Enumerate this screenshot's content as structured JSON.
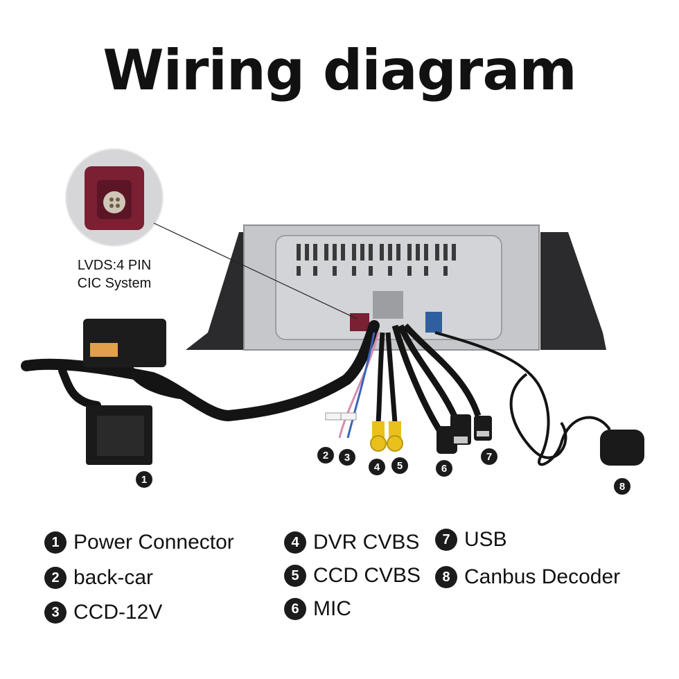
{
  "title": "Wiring diagram",
  "inset": {
    "label_line1": "LVDS:4 PIN",
    "label_line2": "CIC System"
  },
  "markers": [
    "1",
    "2",
    "3",
    "4",
    "5",
    "6",
    "7",
    "8"
  ],
  "legend": [
    {
      "num": "1",
      "label": "Power Connector"
    },
    {
      "num": "2",
      "label": "back-car"
    },
    {
      "num": "3",
      "label": "CCD-12V"
    },
    {
      "num": "4",
      "label": "DVR CVBS"
    },
    {
      "num": "5",
      "label": "CCD CVBS"
    },
    {
      "num": "6",
      "label": "MIC"
    },
    {
      "num": "7",
      "label": "USB"
    },
    {
      "num": "8",
      "label": "Canbus Decoder"
    }
  ],
  "colors": {
    "connector_maroon": "#7b1f33",
    "rca_yellow": "#e8c11c",
    "fakra_blue": "#2f5f9e",
    "chassis": "#c7c9cc"
  }
}
